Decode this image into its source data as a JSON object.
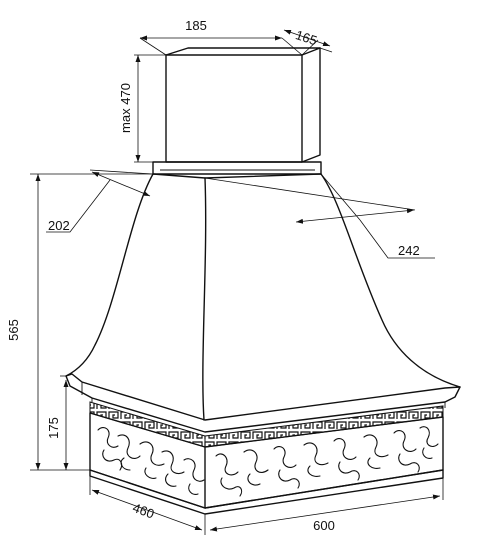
{
  "dimensions": {
    "chimney_width": "185",
    "chimney_depth": "165",
    "chimney_height": "max 470",
    "hood_depth_top": "202",
    "hood_width_top": "242",
    "total_height": "565",
    "base_height": "175",
    "base_depth": "460",
    "base_width": "600"
  },
  "colors": {
    "line": "#111111",
    "background": "#ffffff"
  }
}
